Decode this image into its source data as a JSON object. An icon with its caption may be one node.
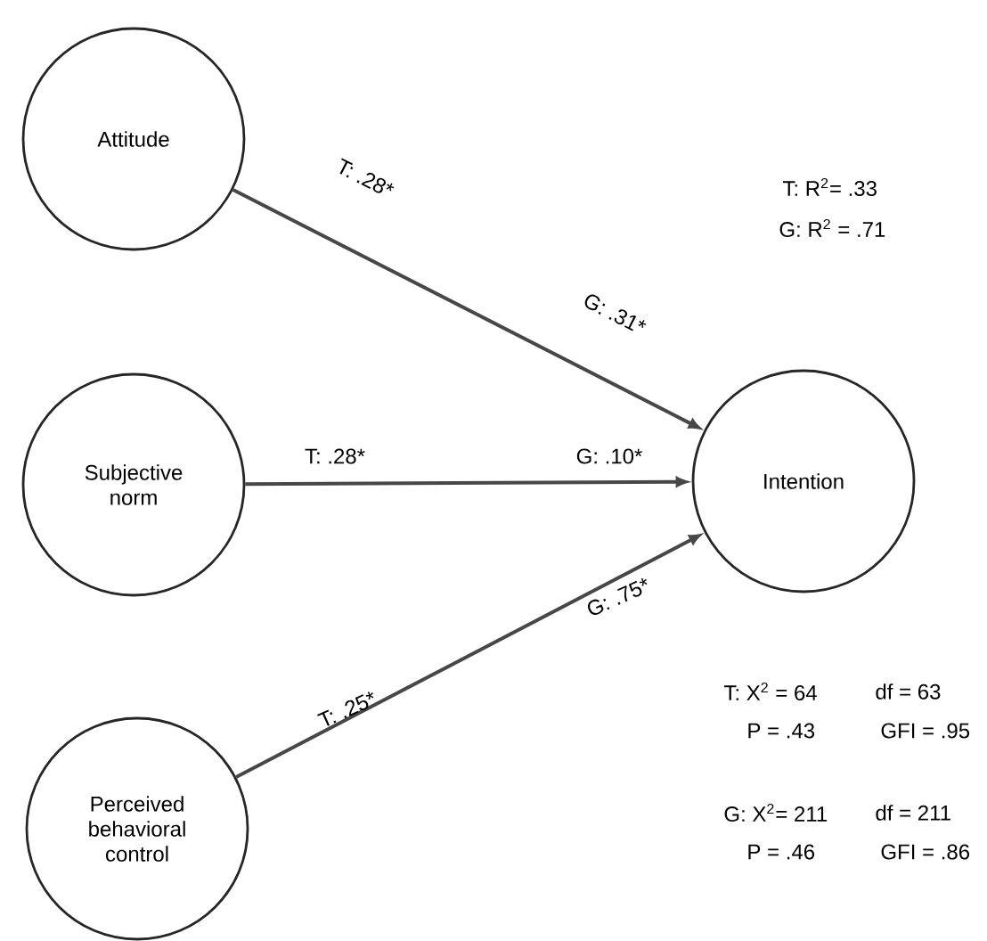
{
  "diagram": {
    "nodes": [
      {
        "text": [
          "Attitude"
        ]
      },
      {
        "text": [
          "Subjective norm"
        ]
      },
      {
        "text": [
          "Perceived behavioral control"
        ]
      },
      {
        "text": [
          "Intention"
        ]
      }
    ],
    "edges": [
      {
        "from": 0,
        "to": 3,
        "arrow": "to",
        "label": "T: .28*"
      },
      {
        "from": 1,
        "to": 3,
        "arrow": "to",
        "label": "T: .28*"
      },
      {
        "from": 2,
        "to": 3,
        "arrow": "to",
        "label": "T: .25*"
      }
    ],
    "labels": [
      "G: .31*",
      "G: .10*",
      "G: .75*",
      "T: R$^{2}$= .33",
      "G: R$^{2}$ = .71",
      "T: X$^{2}$ = 64",
      "df = 63",
      "P = .43",
      "GFI = .95",
      "G: X$^{2}$= 211",
      "df = 211",
      "P = .46",
      "GFI = .86"
    ]
  }
}
